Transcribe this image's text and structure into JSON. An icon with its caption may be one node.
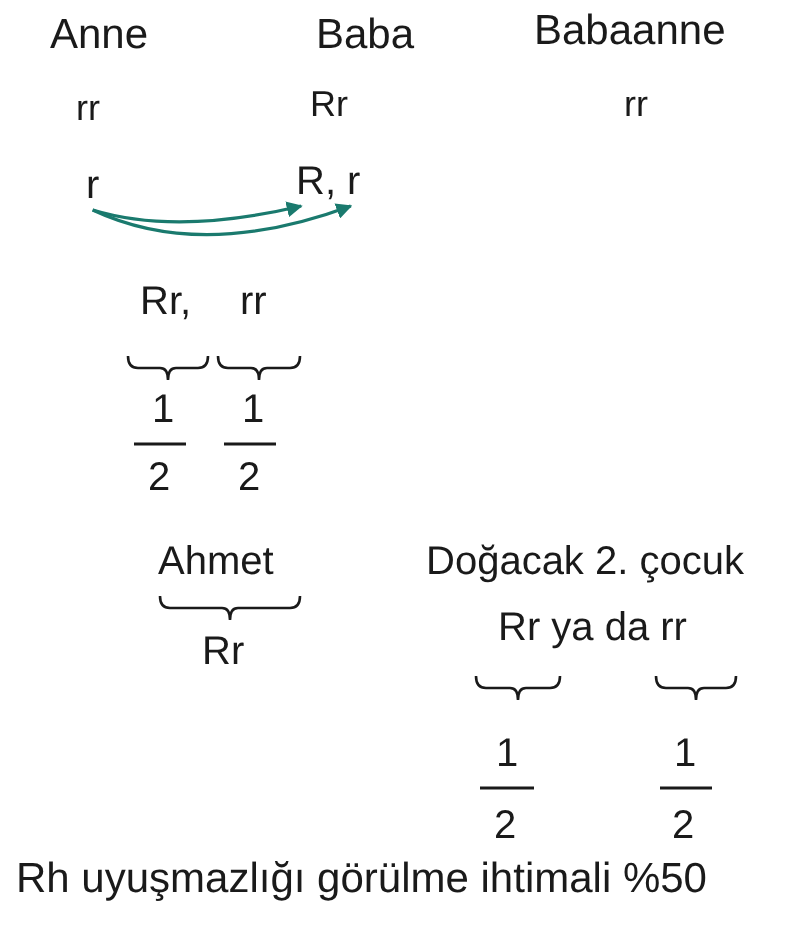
{
  "diagram": {
    "nodes": [
      {
        "text": [
          "r"
        ]
      },
      {
        "text": [
          "R, r"
        ]
      }
    ],
    "edges": [
      {
        "from": 0,
        "to": 1,
        "arrow": "to"
      },
      {
        "from": 0,
        "to": 1,
        "arrow": "to"
      }
    ],
    "labels": [
      "Anne",
      "Baba",
      "Babaanne",
      "rr",
      "Rr",
      "rr",
      "Rr,",
      "rr",
      "1",
      "1",
      "2",
      "2",
      "Ahmet",
      "Doğacak 2. çocuk",
      "Rr",
      "Rr ya da rr",
      "1",
      "1",
      "2",
      "2",
      "Rh uyuşmazlığı görülme ihtimali %50"
    ]
  }
}
